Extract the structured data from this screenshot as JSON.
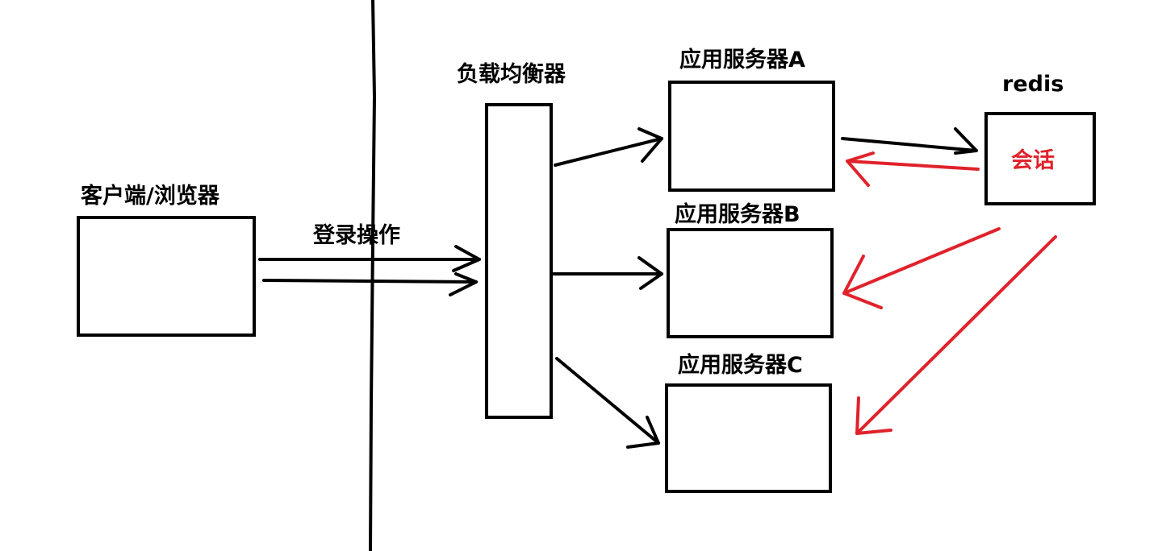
{
  "colors": {
    "background": "#ffffff",
    "ink": "#000000",
    "accent": "#e0222b"
  },
  "labels": {
    "client": "客户端/浏览器",
    "login_op": "登录操作",
    "load_balancer": "负载均衡器",
    "server_a": "应用服务器A",
    "server_b": "应用服务器B",
    "server_c": "应用服务器C",
    "redis": "redis",
    "session": "会话"
  }
}
